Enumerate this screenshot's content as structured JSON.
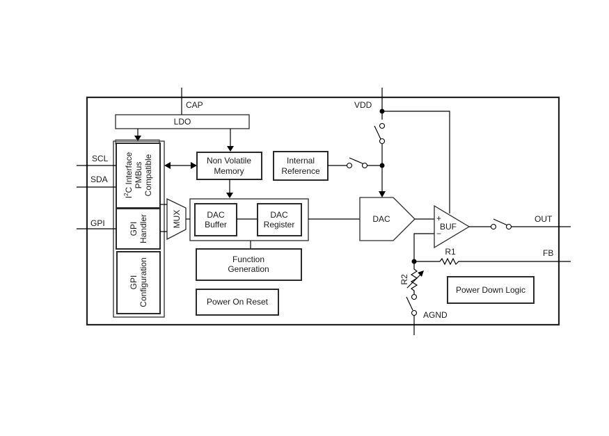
{
  "diagram": {
    "type": "block-diagram",
    "pins": {
      "cap": "CAP",
      "vdd": "VDD",
      "scl": "SCL",
      "sda": "SDA",
      "gpi": "GPI",
      "out": "OUT",
      "fb": "FB",
      "agnd": "AGND"
    },
    "blocks": {
      "ldo": "LDO",
      "i2c_line1": "I",
      "i2c_sup": "2",
      "i2c_line1b": "C Interface",
      "i2c_line2": "PMBus",
      "i2c_line3": "Compatible",
      "gpi_handler_1": "GPI",
      "gpi_handler_2": "Handler",
      "gpi_config_1": "GPI",
      "gpi_config_2": "Configuration",
      "mux": "MUX",
      "nvm_1": "Non Volatile",
      "nvm_2": "Memory",
      "int_ref_1": "Internal",
      "int_ref_2": "Reference",
      "dac_buffer_1": "DAC",
      "dac_buffer_2": "Buffer",
      "dac_register_1": "DAC",
      "dac_register_2": "Register",
      "function_gen_1": "Function",
      "function_gen_2": "Generation",
      "por": "Power On Reset",
      "dac": "DAC",
      "buf": "BUF",
      "buf_plus": "+",
      "buf_minus": "−",
      "power_down": "Power Down Logic",
      "r1": "R1",
      "r2": "R2"
    }
  }
}
